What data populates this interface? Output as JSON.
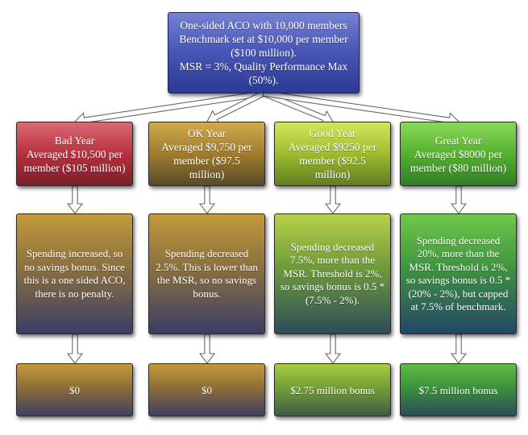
{
  "top": {
    "text": "One-sided ACO with 10,000 members\nBenchmark set at $10,000 per member\n($100 million).\nMSR = 3%, Quality Performance Max\n(50%)."
  },
  "columns": [
    {
      "year": "Bad Year\nAveraged $10,500 per\nmember ($105 million)",
      "description": "Spending increased, so no savings bonus. Since this is a one sided ACO, there is no penalty.",
      "result": "$0"
    },
    {
      "year": "OK Year\nAveraged $9,750 per\nmember ($97.5\nmillion)",
      "description": "Spending decreased 2.5%. This is lower than the MSR, so no savings bonus.",
      "result": "$0"
    },
    {
      "year": "Good Year\nAveraged $9250 per\nmember ($92.5\nmillion)",
      "description": "Spending decreased 7.5%, more than the MSR. Threshold is 2%, so savings bonus is 0.5 * (7.5% - 2%).",
      "result": "$2.75 million bonus"
    },
    {
      "year": "Great Year\nAveraged $8000 per\nmember ($80 million)",
      "description": "Spending decreased 20%, more than the MSR. Threshold is 2%, so savings bonus is 0.5 * (20% - 2%), but capped at 7.5% of benchmark.",
      "result": "$7.5 million bonus"
    }
  ]
}
